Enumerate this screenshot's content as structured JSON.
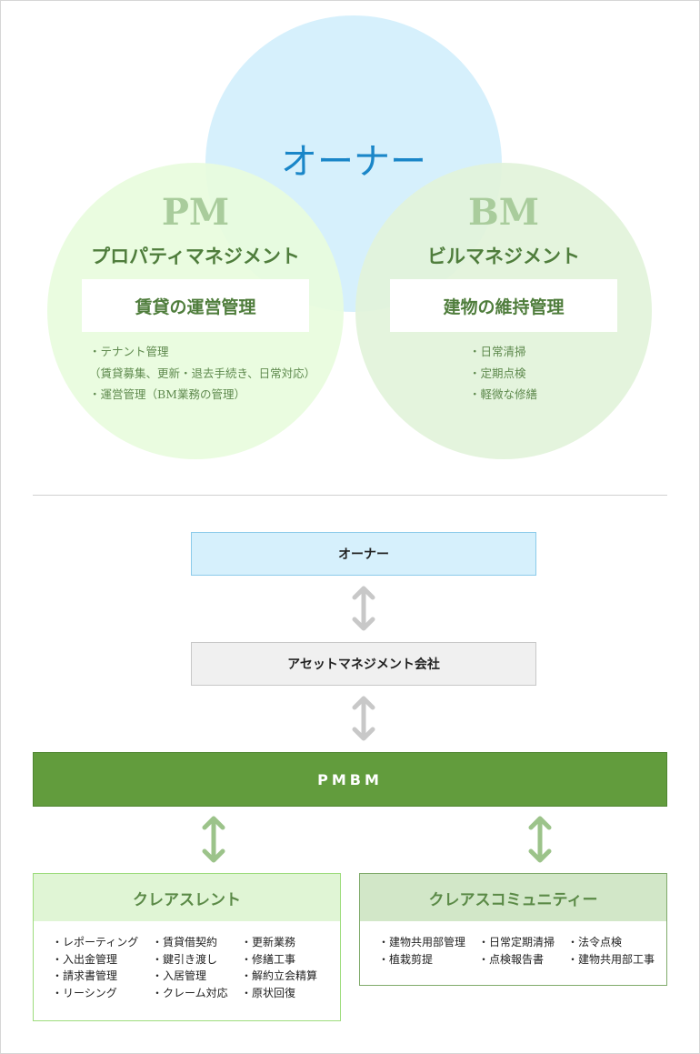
{
  "venn": {
    "owner": "オーナー",
    "pm": {
      "abbr": "PM",
      "name": "プロパティマネジメント",
      "role": "賃貸の運営管理",
      "items": [
        "・テナント管理",
        "（賃貸募集、更新・退去手続き、日常対応）",
        "・運営管理（BM業務の管理）"
      ]
    },
    "bm": {
      "abbr": "BM",
      "name": "ビルマネジメント",
      "role": "建物の維持管理",
      "items": [
        "・日常清掃",
        "・定期点検",
        "・軽微な修繕"
      ]
    }
  },
  "flow": {
    "owner": "オーナー",
    "am": "アセットマネジメント会社",
    "pmbm": "PMBM",
    "left": {
      "title": "クレアスレント",
      "cols": [
        [
          "・レポーティング",
          "・入出金管理",
          "・請求書管理",
          "・リーシング"
        ],
        [
          "・賃貸借契約",
          "・鍵引き渡し",
          "・入居管理",
          "・クレーム対応"
        ],
        [
          "・更新業務",
          "・修繕工事",
          "・解約立会精算",
          "・原状回復"
        ]
      ]
    },
    "right": {
      "title": "クレアスコミュニティー",
      "cols": [
        [
          "・建物共用部管理",
          "・植栽剪提"
        ],
        [
          "・日常定期清掃",
          "・点検報告書"
        ],
        [
          "・法令点検",
          "・建物共用部工事"
        ]
      ]
    }
  },
  "colors": {
    "owner_circle": "#d6f0fc",
    "pm_circle": "#ebfde3",
    "bm_circle": "#e6f4de",
    "pmbm": "#629c3d",
    "owner_text": "#1a86c8"
  }
}
